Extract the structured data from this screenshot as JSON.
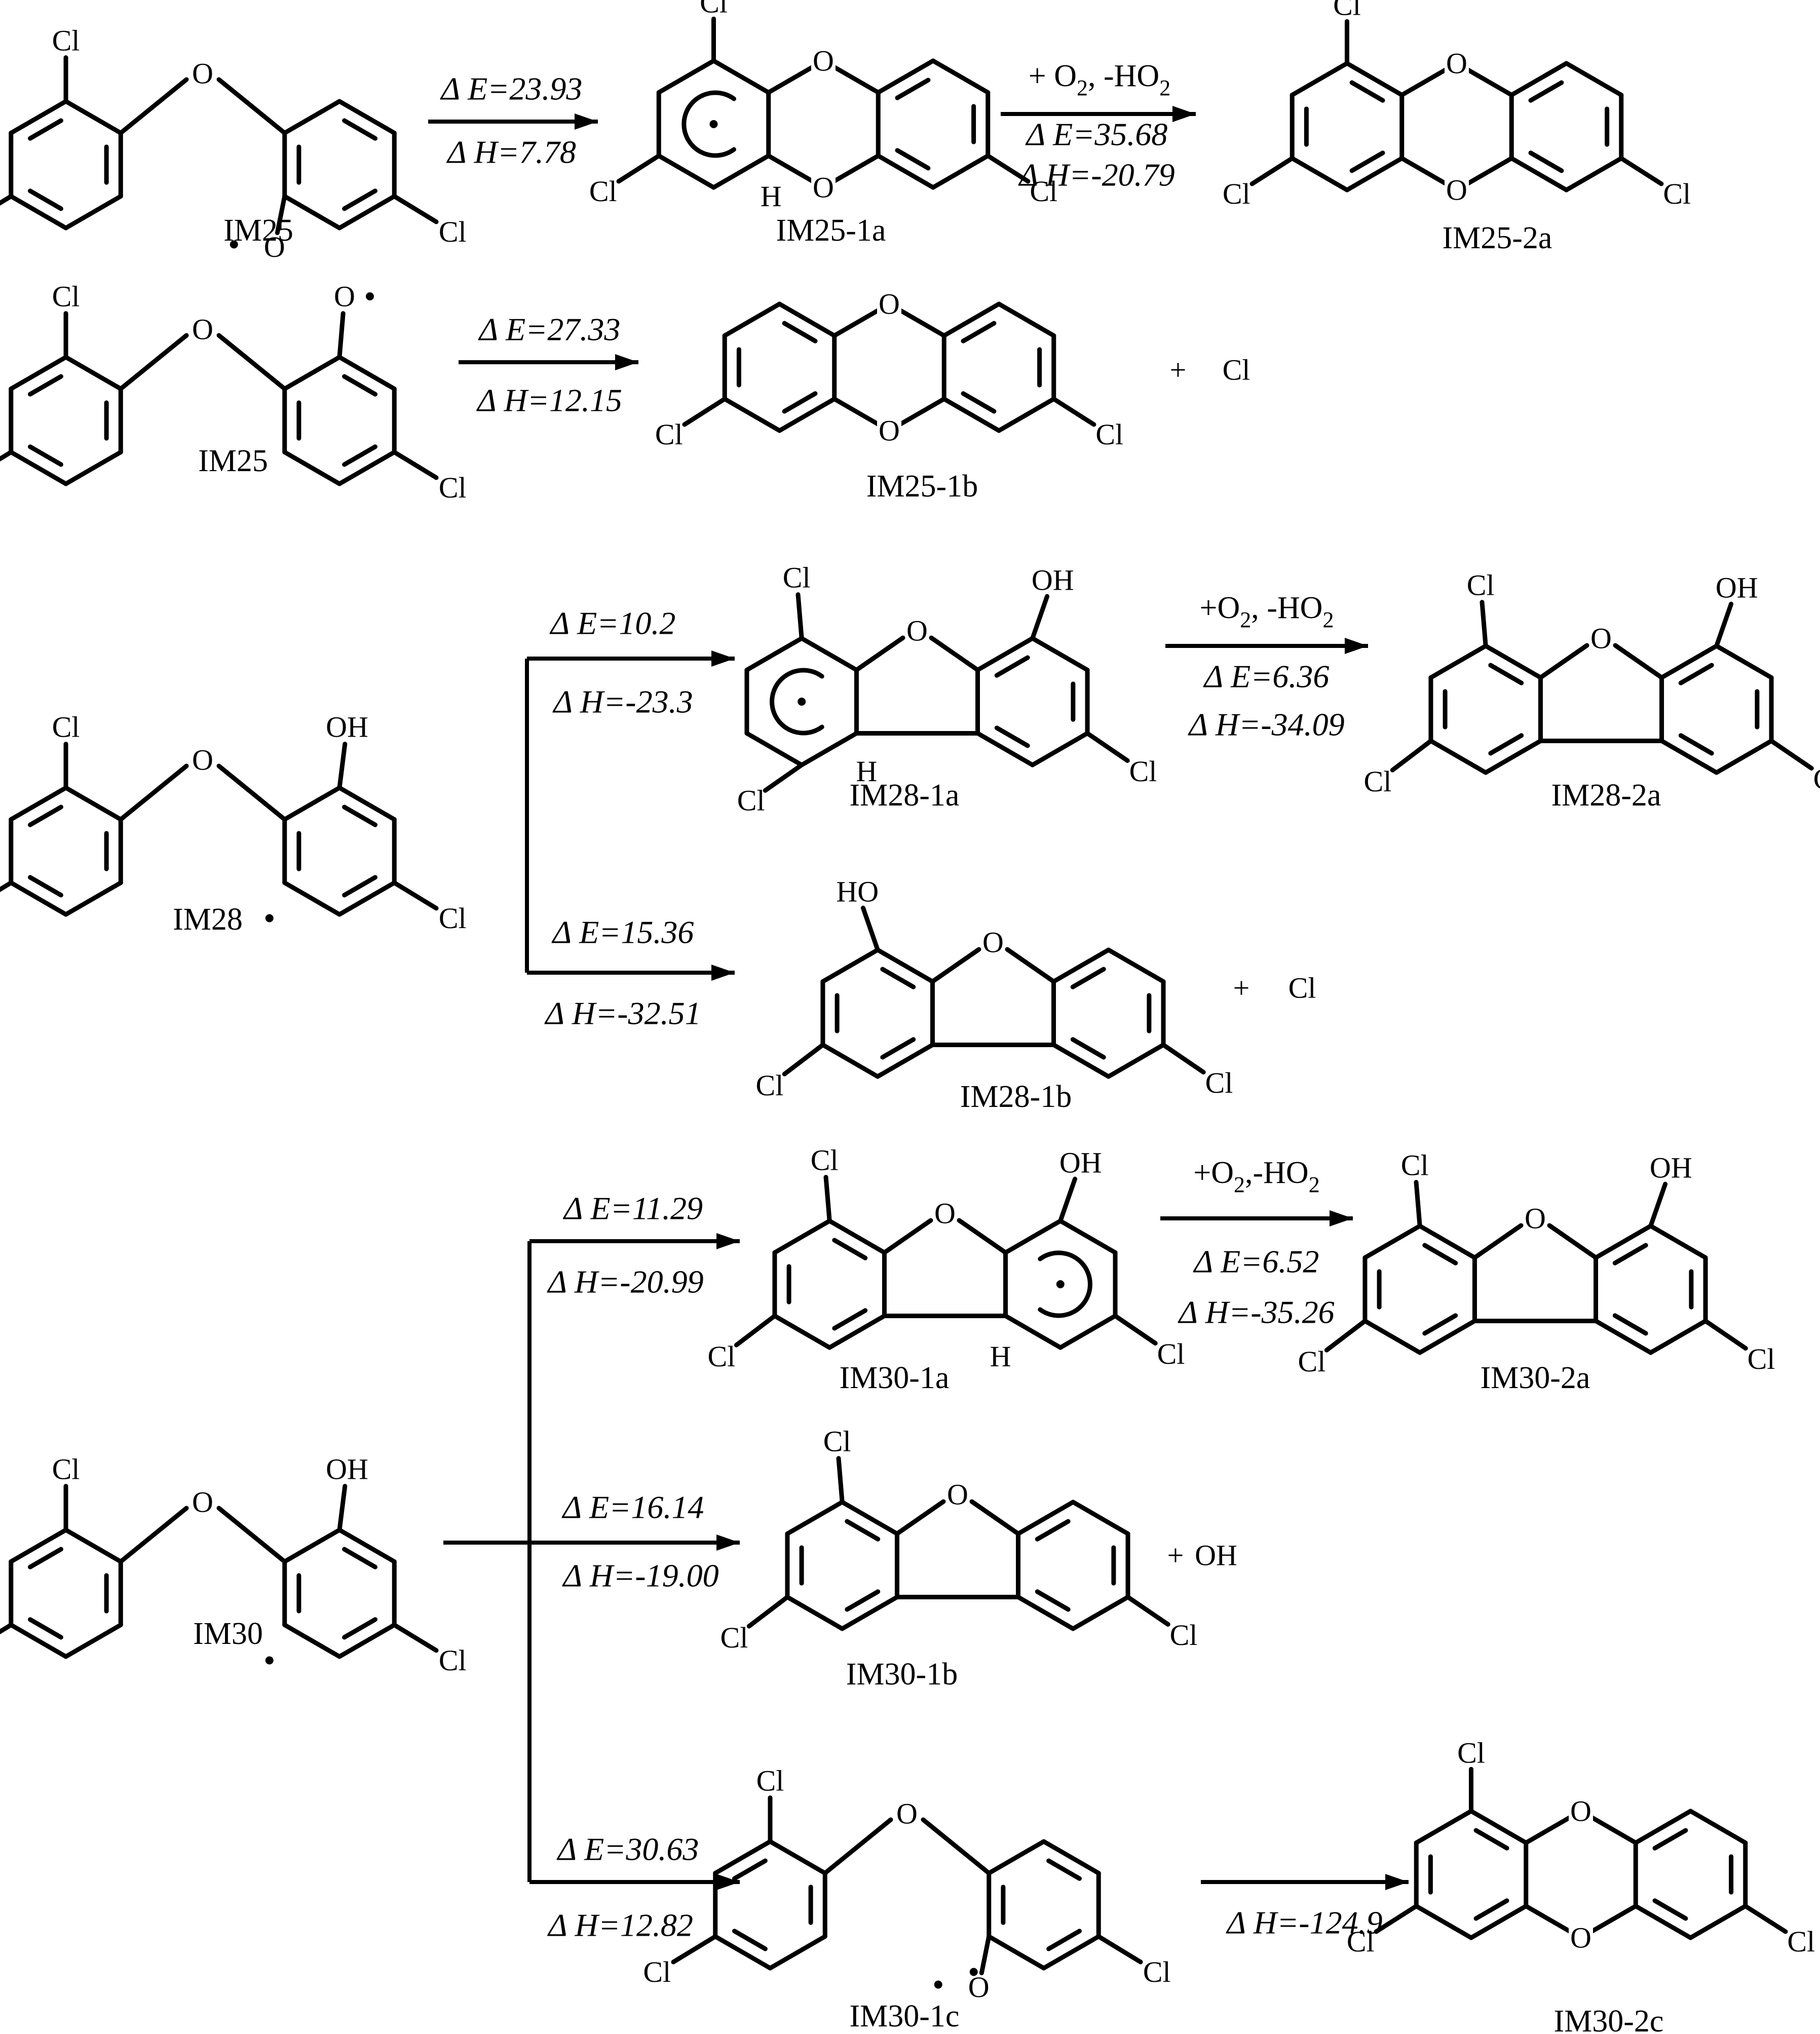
{
  "labels": {
    "im25_top": "IM25",
    "im25_1a": "IM25-1a",
    "im25_2a": "IM25-2a",
    "im25_mid": "IM25",
    "im25_1b": "IM25-1b",
    "im28": "IM28",
    "im28_1a": "IM28-1a",
    "im28_2a": "IM28-2a",
    "im28_1b": "IM28-1b",
    "im30": "IM30",
    "im30_1a": "IM30-1a",
    "im30_2a": "IM30-2a",
    "im30_1b": "IM30-1b",
    "im30_1c": "IM30-1c",
    "im30_2c": "IM30-2c"
  },
  "atoms": {
    "cl": "Cl",
    "o": "O",
    "oh": "OH",
    "ho": "HO",
    "h": "H",
    "radical": "·"
  },
  "plus": "+",
  "coproducts": {
    "cl": "Cl",
    "oh": "OH"
  },
  "energies": {
    "r1_e": "Δ E=23.93",
    "r1_h": "Δ H=7.78",
    "r2_e": "Δ E=35.68",
    "r2_h": "Δ H=-20.79",
    "r3_e": "Δ E=27.33",
    "r3_h": "Δ H=12.15",
    "r4_e": "Δ E=10.2",
    "r4_h": "Δ H=-23.3",
    "r5_e": "Δ E=6.36",
    "r5_h": "Δ H=-34.09",
    "r6_e": "Δ E=15.36",
    "r6_h": "Δ H=-32.51",
    "r7_e": "Δ E=11.29",
    "r7_h": "Δ H=-20.99",
    "r8_e": "Δ E=6.52",
    "r8_h": "Δ H=-35.26",
    "r9_e": "Δ E=16.14",
    "r9_h": "Δ H=-19.00",
    "r10_e": "Δ E=30.63",
    "r10_h": "Δ H=12.82",
    "r11_h": "Δ H=-124.9"
  },
  "reagents": {
    "r2": {
      "pre": "+ O",
      "sub": "2",
      "post": ", -HO",
      "sub2": "2"
    },
    "r5": {
      "pre": "+O",
      "sub": "2",
      "post": ", -HO",
      "sub2": "2"
    },
    "r8": {
      "pre": "+O",
      "sub": "2",
      "post": ",-HO",
      "sub2": "2"
    }
  }
}
